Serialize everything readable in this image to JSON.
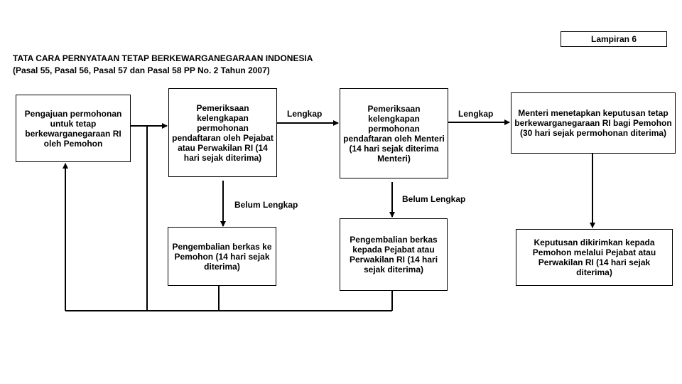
{
  "lampiran": "Lampiran 6",
  "title": "TATA CARA PERNYATAAN TETAP BERKEWARGANEGARAAN INDONESIA",
  "subtitle": "(Pasal 55, Pasal 56, Pasal 57 dan Pasal 58 PP No. 2 Tahun 2007)",
  "nodes": {
    "pengajuan": "Pengajuan permohonan untuk tetap berkewarganegaraan RI oleh Pemohon",
    "pemeriksaan_pejabat": "Pemeriksaan kelengkapan permohonan pendaftaran oleh Pejabat atau Perwakilan RI (14 hari sejak diterima)",
    "pemeriksaan_menteri": "Pemeriksaan kelengkapan permohonan pendaftaran oleh Menteri (14 hari sejak diterima Menteri)",
    "menteri_menetapkan": "Menteri menetapkan keputusan tetap berkewarganegaraan RI bagi Pemohon (30 hari sejak permohonan diterima)",
    "pengembalian_pemohon": "Pengembalian berkas ke Pemohon (14 hari sejak diterima)",
    "pengembalian_pejabat": "Pengembalian berkas kepada Pejabat atau Perwakilan RI (14 hari sejak diterima)",
    "keputusan_dikirimkan": "Keputusan dikirimkan kepada Pemohon melalui Pejabat atau Perwakilan RI (14 hari sejak diterima)"
  },
  "edges": {
    "lengkap_1": "Lengkap",
    "lengkap_2": "Lengkap",
    "belum_lengkap_1": "Belum Lengkap",
    "belum_lengkap_2": "Belum Lengkap"
  }
}
